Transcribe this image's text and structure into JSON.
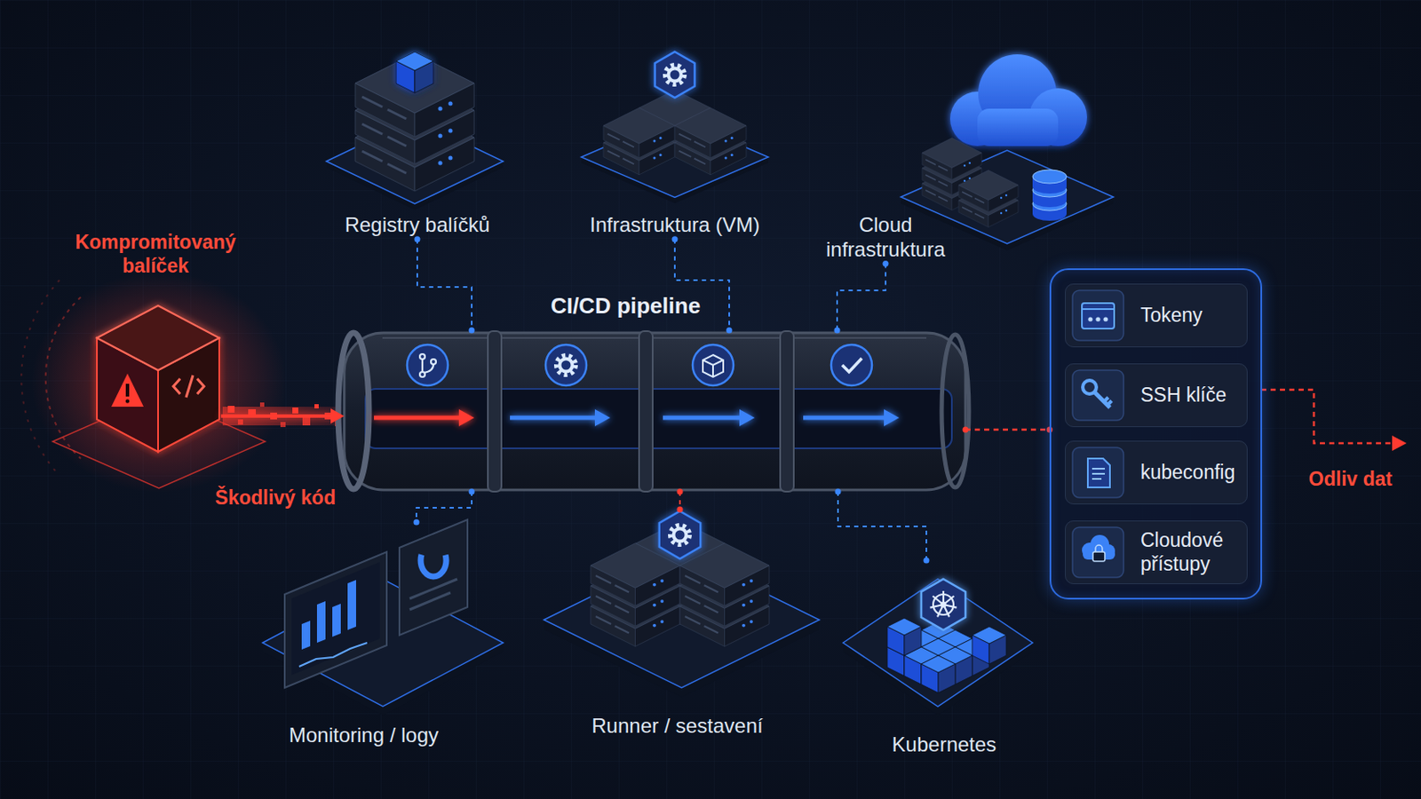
{
  "diagram": {
    "nodes": [
      {
        "text": [
          "Kompromitovaný balíček"
        ]
      },
      {
        "text": [
          "Registry balíčků"
        ]
      },
      {
        "text": [
          "Infrastruktura (VM)"
        ]
      },
      {
        "text": [
          "Cloud infrastruktura"
        ]
      },
      {
        "text": [
          "CI/CD pipeline"
        ]
      },
      {
        "text": [
          "Monitoring / logy"
        ]
      },
      {
        "text": [
          "Runner / sestavení"
        ]
      },
      {
        "text": [
          "Kubernetes"
        ]
      },
      {
        "text": []
      },
      {
        "text": [
          "Tokeny"
        ],
        "in": 8
      },
      {
        "text": [
          "SSH klíče"
        ],
        "in": 8
      },
      {
        "text": [
          "kubeconfig"
        ],
        "in": 8
      },
      {
        "text": [
          "Cloudové přístupy"
        ],
        "in": 8
      }
    ],
    "edges": [
      {
        "from": 0,
        "to": 4,
        "arrow": "to",
        "label": "Škodlivý kód"
      },
      {
        "from": 1,
        "to": 4,
        "arrow": "none"
      },
      {
        "from": 2,
        "to": 4,
        "arrow": "none"
      },
      {
        "from": 3,
        "to": 4,
        "arrow": "none"
      },
      {
        "from": 4,
        "to": 5,
        "arrow": "none"
      },
      {
        "from": 4,
        "to": 6,
        "arrow": "none"
      },
      {
        "from": 4,
        "to": 7,
        "arrow": "none"
      },
      {
        "from": 4,
        "to": 8,
        "arrow": "none"
      }
    ],
    "labels": [
      "Odliv dat"
    ]
  }
}
